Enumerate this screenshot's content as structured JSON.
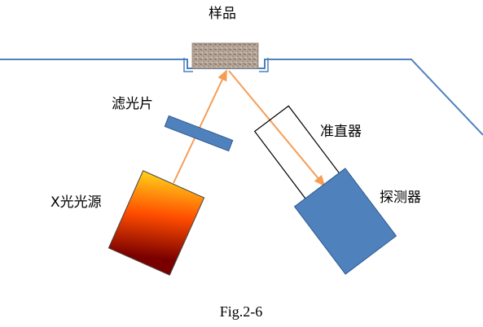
{
  "labels": {
    "sample": "样品",
    "filter": "滤光片",
    "collimator": "准直器",
    "xray_source": "X光光源",
    "detector": "探测器"
  },
  "caption": "Fig.2-6",
  "colors": {
    "surface_line": "#4f81bd",
    "beam": "#f59d56",
    "component_fill": "#4f81bd",
    "component_stroke": "#2f5b8f",
    "sample_fill": "#b8a89b",
    "collimator_stroke": "#000000",
    "source_gradient_top": "#ffd21a",
    "source_gradient_mid": "#ff4d00",
    "source_gradient_bottom": "#7a0000"
  }
}
